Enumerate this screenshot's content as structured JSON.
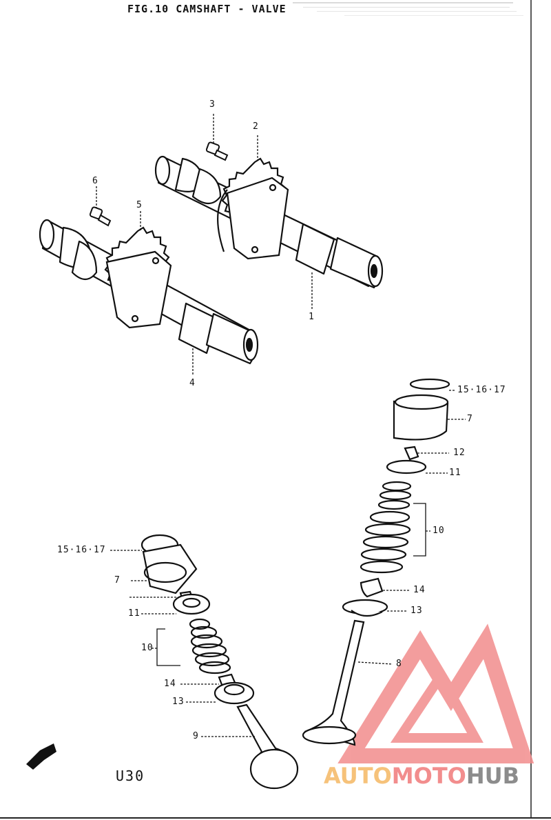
{
  "figure": {
    "title": "FIG.10  CAMSHAFT - VALVE",
    "code": "U30",
    "fwd_label": "FWD"
  },
  "labels": {
    "l1": "1",
    "l2": "2",
    "l3": "3",
    "l4": "4",
    "l5": "5",
    "l6": "6",
    "l7_right": "7",
    "l8": "8",
    "l9": "9",
    "l10_right": "10",
    "l11_right": "11",
    "l12": "12",
    "l13_right": "13",
    "l14_right": "14",
    "l151617_right": "15·16·17",
    "l151617_left": "15·16·17",
    "l7_left": "7",
    "l11_left": "11",
    "l10_left": "10",
    "l14_left": "14",
    "l13_left": "13"
  },
  "watermark": {
    "part1": "AUTO",
    "part2": "MOTO",
    "part3": "HUB",
    "colors": {
      "auto": "#f6c27a",
      "moto": "#f28d8d",
      "hub": "#8c8c8c"
    }
  }
}
